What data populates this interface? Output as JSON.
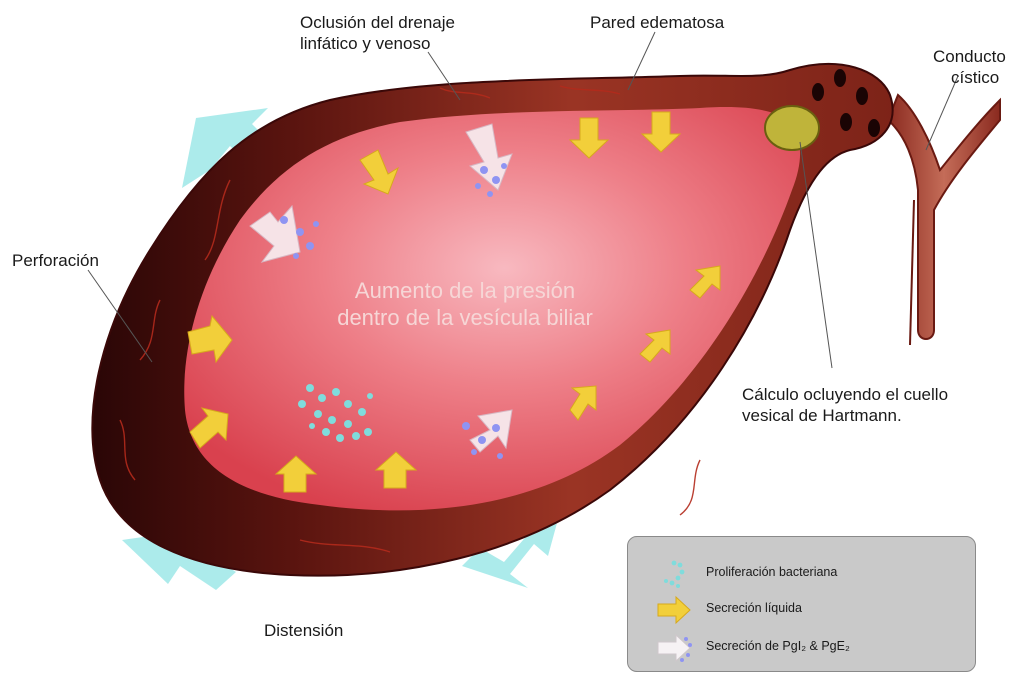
{
  "labels": {
    "occlusion_line1": "Oclusión del drenaje",
    "occlusion_line2": "linfático y venoso",
    "wall": "Pared edematosa",
    "duct_line1": "Conducto",
    "duct_line2": "cístico",
    "perforation": "Perforación",
    "center_line1": "Aumento de la presión",
    "center_line2": "dentro de la vesícula biliar",
    "stone_line1": "Cálculo ocluyendo el cuello",
    "stone_line2": "vesical de Hartmann.",
    "distension": "Distensión"
  },
  "legend": {
    "items": [
      {
        "label": "Proliferación bacteriana",
        "icon": "bacteria-dots-icon"
      },
      {
        "label": "Secreción líquida",
        "icon": "yellow-arrow-icon"
      },
      {
        "label": "Secreción de PgI₂ & PgE₂",
        "icon": "white-arrow-icon"
      }
    ]
  },
  "colors": {
    "wall_dark": "#4a0d0d",
    "wall": "#8e2b1f",
    "lumen": "#e8646e",
    "lumen_light": "#f7b6bd",
    "fluid_arrow": "#f2cf3a",
    "pg_arrow": "#f6e3e7",
    "bacteria": "#7fdcdc",
    "pg_dots": "#8f94f2",
    "distension_arrow": "#a8eaea",
    "stone": "#bfb43a",
    "legend_bg": "#c9c9c9"
  }
}
